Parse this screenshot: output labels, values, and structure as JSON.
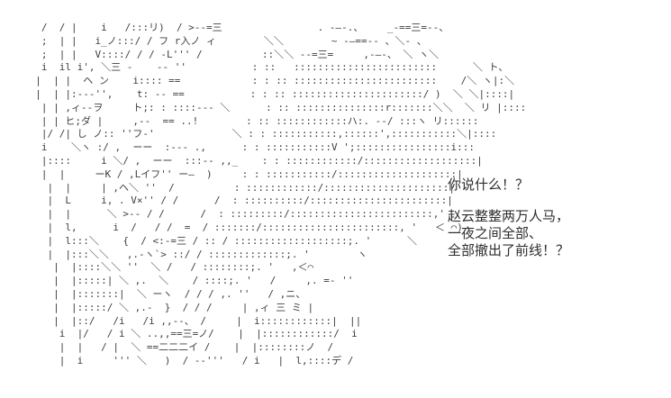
{
  "page": {
    "background_color": "#ffffff",
    "aa_color": "#3f3f3f",
    "dialogue_color": "#2e2e2e"
  },
  "ascii_art": {
    "name": "character-portrait-aa",
    "lines": [
      "   /  / |    i   /:::リ)  / >--=三                . -―-.、    _-==三=--、",
      "   ;  | |   i_ノ:::/ / フ r入ノ ィ        ＼＼        ~ -―==‐- 、＼‐ 、",
      "   ;  | |   V::::/ / / -L''' /          ::＼＼ --=三=     ,-―-、 ＼ ヽ＼",
      "   i  il i', ＼三 -    -- ''           : ::   ::::::::::::::::::::::::      ＼ ト、",
      "  |  | |  ヘ ン    i:::: ==            : : :: ::::::::::::::::::::::::    /＼ ヽ|:＼",
      "  |  | |:---'',    t: -- ==           : : :: ::::::::::::::::::::::/ )  ＼ ＼|::::|",
      "   | | ,ィ--ヲ     ト;: : ::::--- ＼      : :: :::::::::::::::r:::::::＼＼  ＼ リ |::::",
      "   | | ヒ;ダ |     ,--  == ..!        : :: ::::::::::::ハ:. --/ :::ヽ リ::::::",
      "   |/ /| し ノ:: ''フ-'             ＼ : : :::::::::::,::::::',:::::::::::＼|::::",
      "   i    ＼ヽ :/ ,  ーー  :--- .,      : : :::::::::::V ';::::::::::::::::i:::",
      "   |::::     i ＼/ ,  ーー  :::-- ,,_    : : ::::::::::::/:::::::::::::::::::|",
      "   |  |     ーK / ,Lイフ'' ー―  )     : : :::::::::::/::::::::::::::::::::|",
      "    |  |     | ,ヘ＼ ''  /          : ::::::::::::/:::::::::::::::::::::|",
      "    |  L     i, . V×'' / /      /  : ::::::::::/:::::::::::::::::::::::|",
      "    |  |      ＼ >-- / /      /  : :::::::::/::::::::::::::::::::::::,'",
      "    |  l,      i  /   / /  =  / :::::::/:::::::::::::::::::::::, '   ＜ ⌒)",
      "    |  l:::＼    {  / <:-=三 / :: / :::::::::::::::::::;. '      ＼",
      "    |  |:::＼＼   ,.-ヽ`> ::/ / :::::::::::::;. '        ヽ",
      "     |  |::::＼＼ ''  ＼ /   / ::::::::;. '   ,＜⌒",
      "     |  |:::::| ＼ ,.  ＼    / ::::;. '   /     ,. =- ''",
      "     |  |:::::::|  ＼ ーヽ  / / / ,. ''   / ,ニ、",
      "     |  |:::::/ ＼ ,.-  }  / / /     | ,ィ 三 ミ |",
      "     |  |::/   /i   /i ,,--、 /     |  i::::::::::::|  ||",
      "      i  |/   / i ＼ ..,,==三=ノ/    |  |::::::::::::/  i",
      "      |  |   / |  ＼ ==二二二イ /    |  |::::::::ノ  /",
      "      |  i     ''' ＼   )  / --'''   / i   |  l,::::デ /"
    ]
  },
  "dialogue": {
    "exclamation": "你说什么！？",
    "body": [
      "赵云整整两万人马，",
      "一夜之间全部、",
      "全部撤出了前线！？"
    ]
  }
}
